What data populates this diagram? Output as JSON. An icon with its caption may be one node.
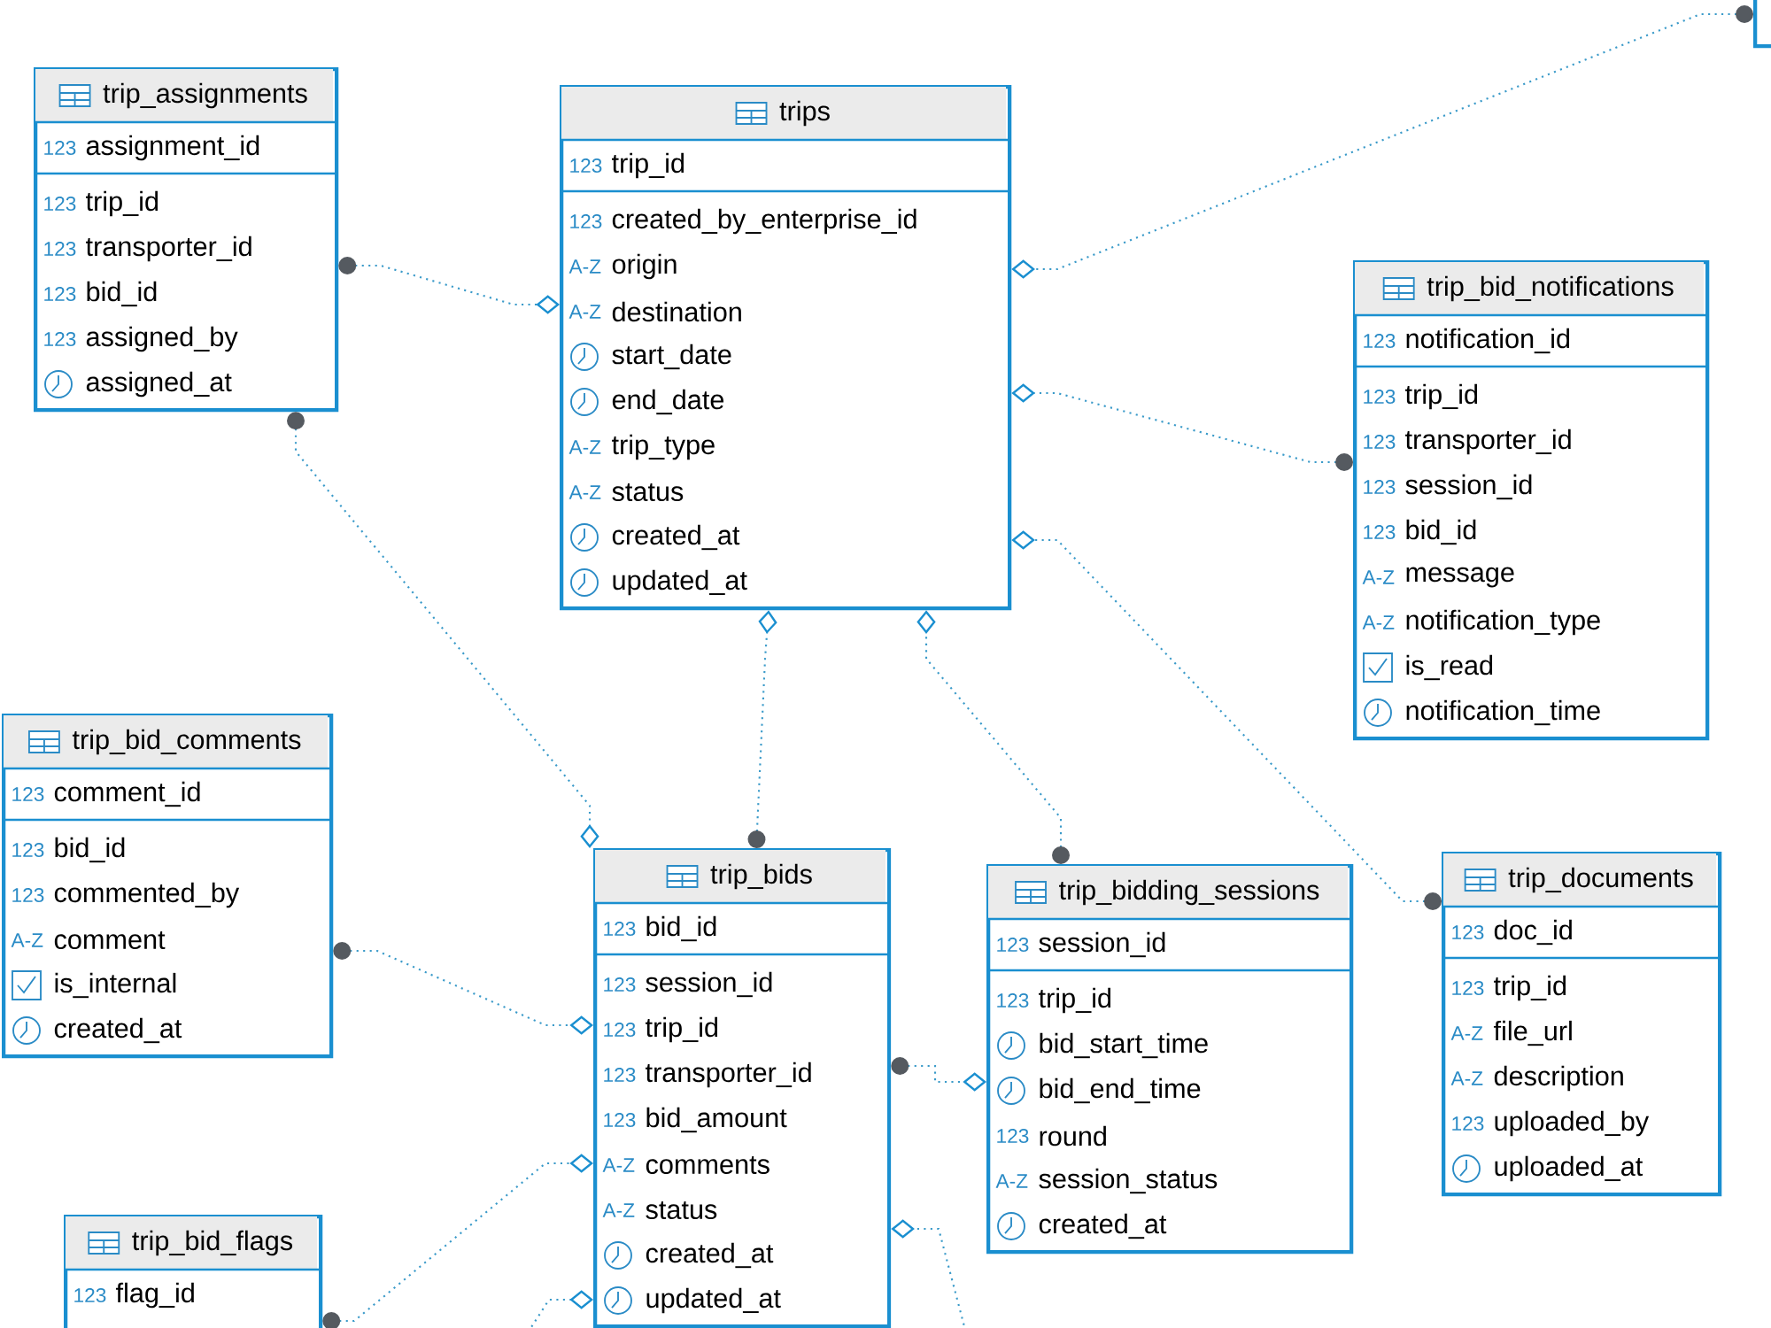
{
  "diagram": {
    "nodes": [
      {
        "text": [
          "trip_assignments",
          "123",
          "assignment_id",
          "123",
          "trip_id",
          "123",
          "transporter_id",
          "123",
          "bid_id",
          "123",
          "assigned_by",
          "assigned_at"
        ]
      },
      {
        "text": [
          "trips",
          "123",
          "trip_id",
          "123",
          "created_by_enterprise_id",
          "A-Z",
          "origin",
          "A-Z",
          "destination",
          "start_date",
          "end_date",
          "A-Z",
          "trip_type",
          "A-Z",
          "status",
          "created_at",
          "updated_at"
        ]
      },
      {
        "text": [],
        "shape": "box"
      },
      {
        "text": [
          "trip_bid_notifications",
          "123",
          "notification_id",
          "123",
          "trip_id",
          "123",
          "transporter_id",
          "123",
          "session_id",
          "123",
          "bid_id",
          "A-Z",
          "message",
          "A-Z",
          "notification_type",
          "is_read",
          "notification_time"
        ]
      },
      {
        "text": [
          "trip_bid_comments",
          "123",
          "comment_id",
          "123",
          "bid_id",
          "123",
          "commented_by",
          "A-Z",
          "comment",
          "is_internal",
          "created_at"
        ]
      },
      {
        "text": [
          "trip_bids",
          "123",
          "bid_id",
          "123",
          "session_id",
          "123",
          "trip_id",
          "123",
          "transporter_id",
          "123",
          "bid_amount",
          "A-Z",
          "comments",
          "A-Z",
          "status",
          "created_at",
          "updated_at"
        ]
      },
      {
        "text": [
          "trip_bidding_sessions",
          "123",
          "session_id",
          "123",
          "trip_id",
          "bid_start_time",
          "bid_end_time",
          "123",
          "round",
          "A-Z",
          "session_status",
          "created_at"
        ]
      },
      {
        "text": [
          "trip_documents",
          "123",
          "doc_id",
          "123",
          "trip_id",
          "A-Z",
          "file_url",
          "A-Z",
          "description",
          "123",
          "uploaded_by",
          "uploaded_at"
        ]
      },
      {
        "text": [
          "trip_bid_flags",
          "123",
          "flag_id"
        ]
      }
    ],
    "edges": [
      {
        "from": 0,
        "to": 1,
        "arrow": "other"
      },
      {
        "from": 2,
        "to": 1,
        "arrow": "other"
      },
      {
        "from": 3,
        "to": 1,
        "arrow": "other"
      },
      {
        "from": 7,
        "to": 1,
        "arrow": "other"
      },
      {
        "from": 5,
        "to": 1,
        "arrow": "other"
      },
      {
        "from": 6,
        "to": 1,
        "arrow": "other"
      },
      {
        "from": 0,
        "to": 5,
        "arrow": "other"
      },
      {
        "from": 4,
        "to": 5,
        "arrow": "other"
      },
      {
        "from": 5,
        "to": 6,
        "arrow": "other"
      },
      {
        "from": 8,
        "to": 5,
        "arrow": "other"
      },
      {
        "from": null,
        "to": 5,
        "arrow": "other"
      },
      {
        "from": null,
        "to": 5,
        "arrow": "other"
      }
    ]
  }
}
